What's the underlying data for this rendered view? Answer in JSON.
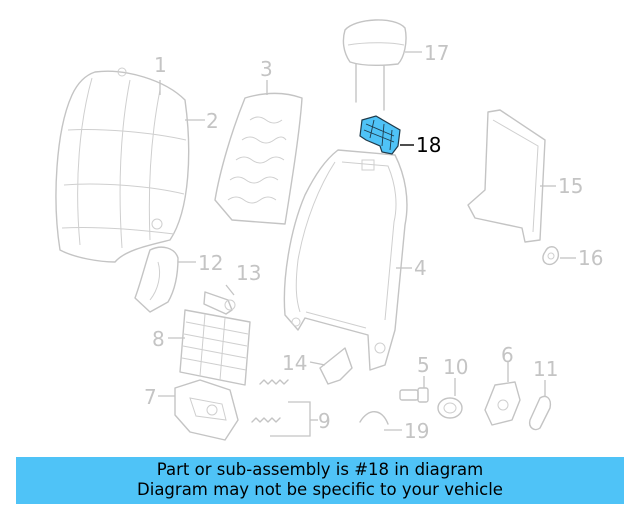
{
  "colors": {
    "highlight_part": "#4fc3f7",
    "banner_background": "#4fc3f7",
    "part_outline": "#c4c4c4"
  },
  "callouts": [
    {
      "id": "1",
      "label": "1"
    },
    {
      "id": "2",
      "label": "2"
    },
    {
      "id": "3",
      "label": "3"
    },
    {
      "id": "4",
      "label": "4"
    },
    {
      "id": "5",
      "label": "5"
    },
    {
      "id": "6",
      "label": "6"
    },
    {
      "id": "7",
      "label": "7"
    },
    {
      "id": "8",
      "label": "8"
    },
    {
      "id": "9",
      "label": "9"
    },
    {
      "id": "10",
      "label": "10"
    },
    {
      "id": "11",
      "label": "11"
    },
    {
      "id": "12",
      "label": "12"
    },
    {
      "id": "13",
      "label": "13"
    },
    {
      "id": "14",
      "label": "14"
    },
    {
      "id": "15",
      "label": "15"
    },
    {
      "id": "16",
      "label": "16"
    },
    {
      "id": "17",
      "label": "17"
    },
    {
      "id": "18",
      "label": "18",
      "highlighted": true
    },
    {
      "id": "19",
      "label": "19"
    }
  ],
  "banner": {
    "line1": "Part or sub-assembly is #18 in diagram",
    "line2": "Diagram may not be specific to your vehicle"
  }
}
